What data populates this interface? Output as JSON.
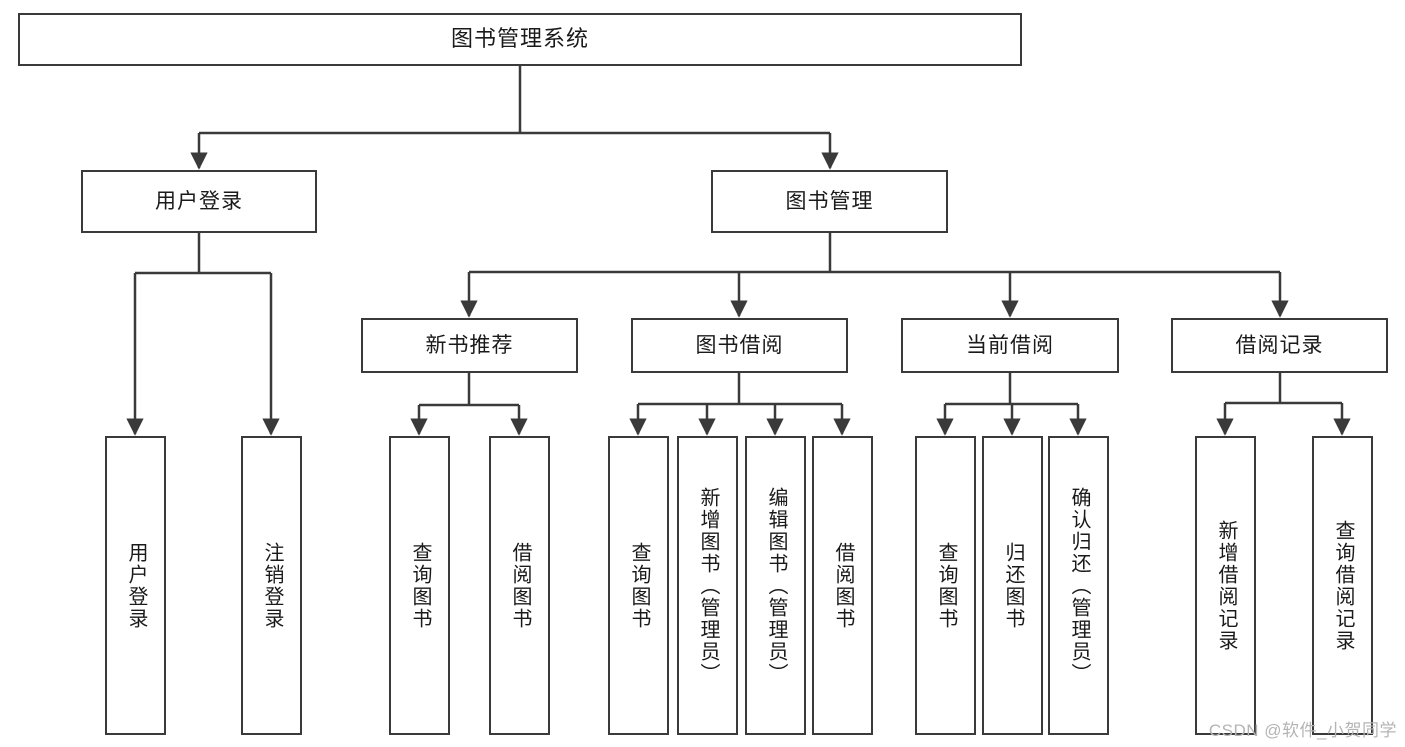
{
  "diagram": {
    "title": "图书管理系统",
    "watermark": "CSDN @软件_小贺同学",
    "colors": {
      "stroke": "#3a3a3a",
      "fill": "#ffffff",
      "text": "#1a1a1a",
      "watermark": "#b4b4b4"
    },
    "nodes": {
      "root": {
        "label": "图书管理系统",
        "level": 1
      },
      "user_login": {
        "label": "用户登录",
        "level": 2
      },
      "book_mgmt": {
        "label": "图书管理",
        "level": 2
      },
      "new_book_rec": {
        "label": "新书推荐",
        "level": 3
      },
      "book_borrow": {
        "label": "图书借阅",
        "level": 3
      },
      "current_borrow": {
        "label": "当前借阅",
        "level": 3
      },
      "borrow_record": {
        "label": "借阅记录",
        "level": 3
      },
      "leaf_user_login": {
        "label": "用户登录",
        "level": 4
      },
      "leaf_logout": {
        "label": "注销登录",
        "level": 4
      },
      "leaf_query_book_1": {
        "label": "查询图书",
        "level": 4
      },
      "leaf_borrow_book_1": {
        "label": "借阅图书",
        "level": 4
      },
      "leaf_query_book_2": {
        "label": "查询图书",
        "level": 4
      },
      "leaf_add_book": {
        "label": "新增图书（管理员）",
        "level": 4
      },
      "leaf_edit_book": {
        "label": "编辑图书（管理员）",
        "level": 4
      },
      "leaf_borrow_book_2": {
        "label": "借阅图书",
        "level": 4
      },
      "leaf_query_book_3": {
        "label": "查询图书",
        "level": 4
      },
      "leaf_return_book": {
        "label": "归还图书",
        "level": 4
      },
      "leaf_confirm_return": {
        "label": "确认归还（管理员）",
        "level": 4
      },
      "leaf_add_record": {
        "label": "新增借阅记录",
        "level": 4
      },
      "leaf_query_record": {
        "label": "查询借阅记录",
        "level": 4
      }
    },
    "edges": [
      {
        "from": "root",
        "to": "user_login"
      },
      {
        "from": "root",
        "to": "book_mgmt"
      },
      {
        "from": "user_login",
        "to": "leaf_user_login"
      },
      {
        "from": "user_login",
        "to": "leaf_logout"
      },
      {
        "from": "book_mgmt",
        "to": "new_book_rec"
      },
      {
        "from": "book_mgmt",
        "to": "book_borrow"
      },
      {
        "from": "book_mgmt",
        "to": "current_borrow"
      },
      {
        "from": "book_mgmt",
        "to": "borrow_record"
      },
      {
        "from": "new_book_rec",
        "to": "leaf_query_book_1"
      },
      {
        "from": "new_book_rec",
        "to": "leaf_borrow_book_1"
      },
      {
        "from": "book_borrow",
        "to": "leaf_query_book_2"
      },
      {
        "from": "book_borrow",
        "to": "leaf_add_book"
      },
      {
        "from": "book_borrow",
        "to": "leaf_edit_book"
      },
      {
        "from": "book_borrow",
        "to": "leaf_borrow_book_2"
      },
      {
        "from": "current_borrow",
        "to": "leaf_query_book_3"
      },
      {
        "from": "current_borrow",
        "to": "leaf_return_book"
      },
      {
        "from": "current_borrow",
        "to": "leaf_confirm_return"
      },
      {
        "from": "borrow_record",
        "to": "leaf_add_record"
      },
      {
        "from": "borrow_record",
        "to": "leaf_query_record"
      }
    ]
  }
}
